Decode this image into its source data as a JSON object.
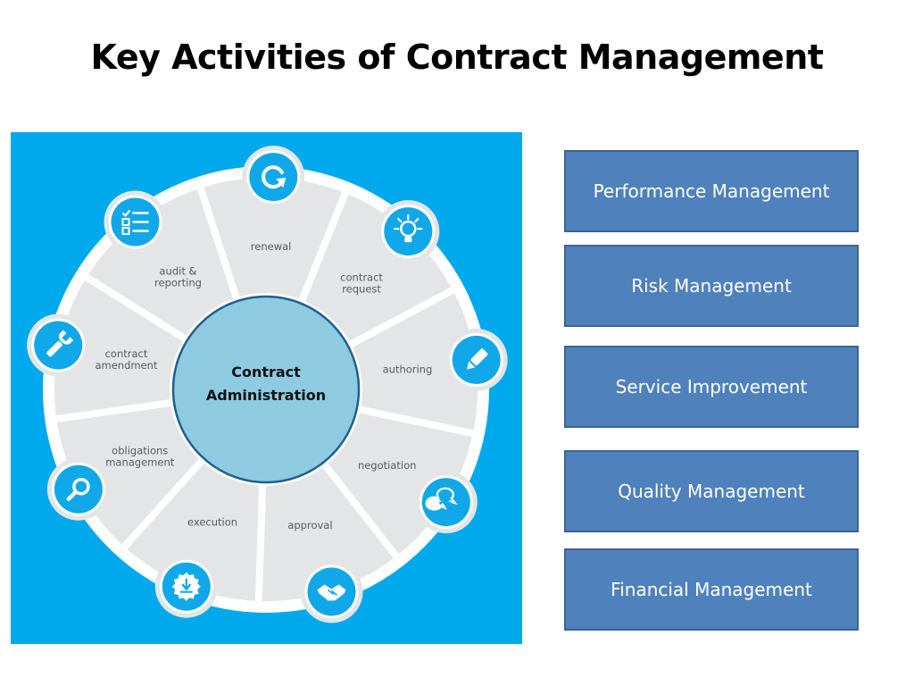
{
  "title": "Key Activities of Contract Management",
  "diagram": {
    "hub": {
      "line1": "Contract",
      "line2": "Administration"
    },
    "segments": [
      {
        "lines": [
          "renewal"
        ],
        "icon": "refresh-icon"
      },
      {
        "lines": [
          "contract",
          "request"
        ],
        "icon": "lightbulb-icon"
      },
      {
        "lines": [
          "authoring"
        ],
        "icon": "pen-icon"
      },
      {
        "lines": [
          "negotiation"
        ],
        "icon": "chat-icon"
      },
      {
        "lines": [
          "approval"
        ],
        "icon": "handshake-icon"
      },
      {
        "lines": [
          "execution"
        ],
        "icon": "download-badge-icon"
      },
      {
        "lines": [
          "obligations",
          "management"
        ],
        "icon": "magnifier-icon"
      },
      {
        "lines": [
          "contract",
          "amendment"
        ],
        "icon": "wrench-icon"
      },
      {
        "lines": [
          "audit &",
          "reporting"
        ],
        "icon": "checklist-icon"
      }
    ],
    "colors": {
      "background": "#00a9ec",
      "ring": "#e3e5e6",
      "hub": "#8ecae0",
      "icon": "#10a8e8"
    }
  },
  "activities": [
    {
      "label": "Performance Management"
    },
    {
      "label": "Risk Management"
    },
    {
      "label": "Service Improvement"
    },
    {
      "label": "Quality Management"
    },
    {
      "label": "Financial Management"
    }
  ]
}
